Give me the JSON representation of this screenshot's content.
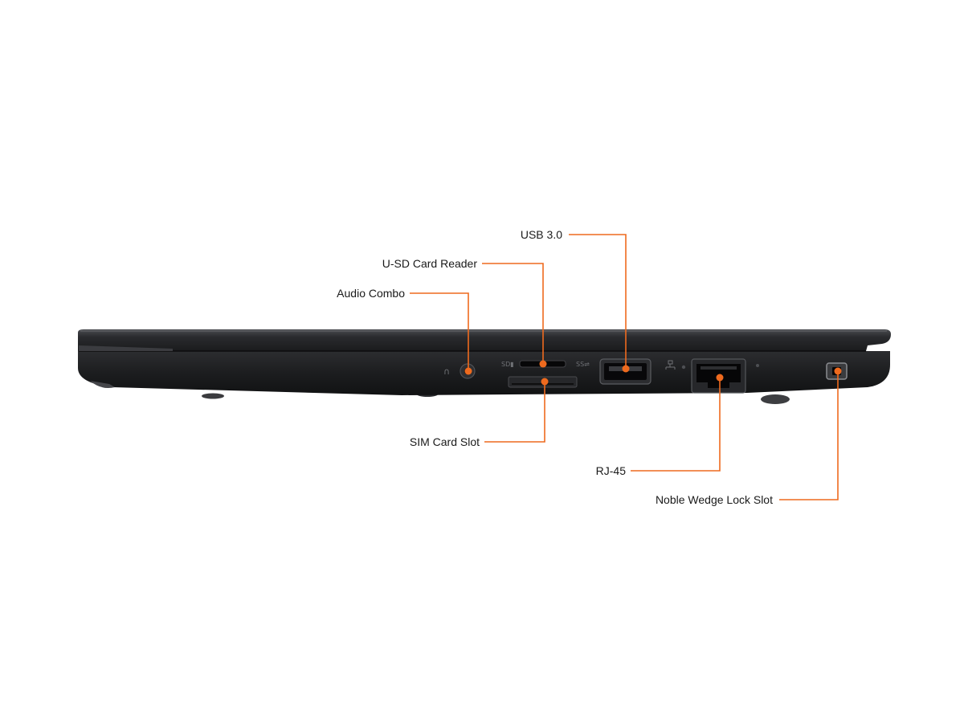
{
  "colors": {
    "accent": "#ee6a1e",
    "chassis": "#1c1d1f",
    "background": "#ffffff"
  },
  "port_icons": {
    "audio": "headset-icon",
    "sd": "sd-icon",
    "usb": "superspeed-usb-icon",
    "network": "network-icon",
    "lock": "lock-icon"
  },
  "callouts": {
    "usb": "USB 3.0",
    "sd_reader": "U-SD Card Reader",
    "audio": "Audio Combo",
    "sim": "SIM Card Slot",
    "rj45": "RJ-45",
    "lock": "Noble Wedge Lock Slot"
  }
}
